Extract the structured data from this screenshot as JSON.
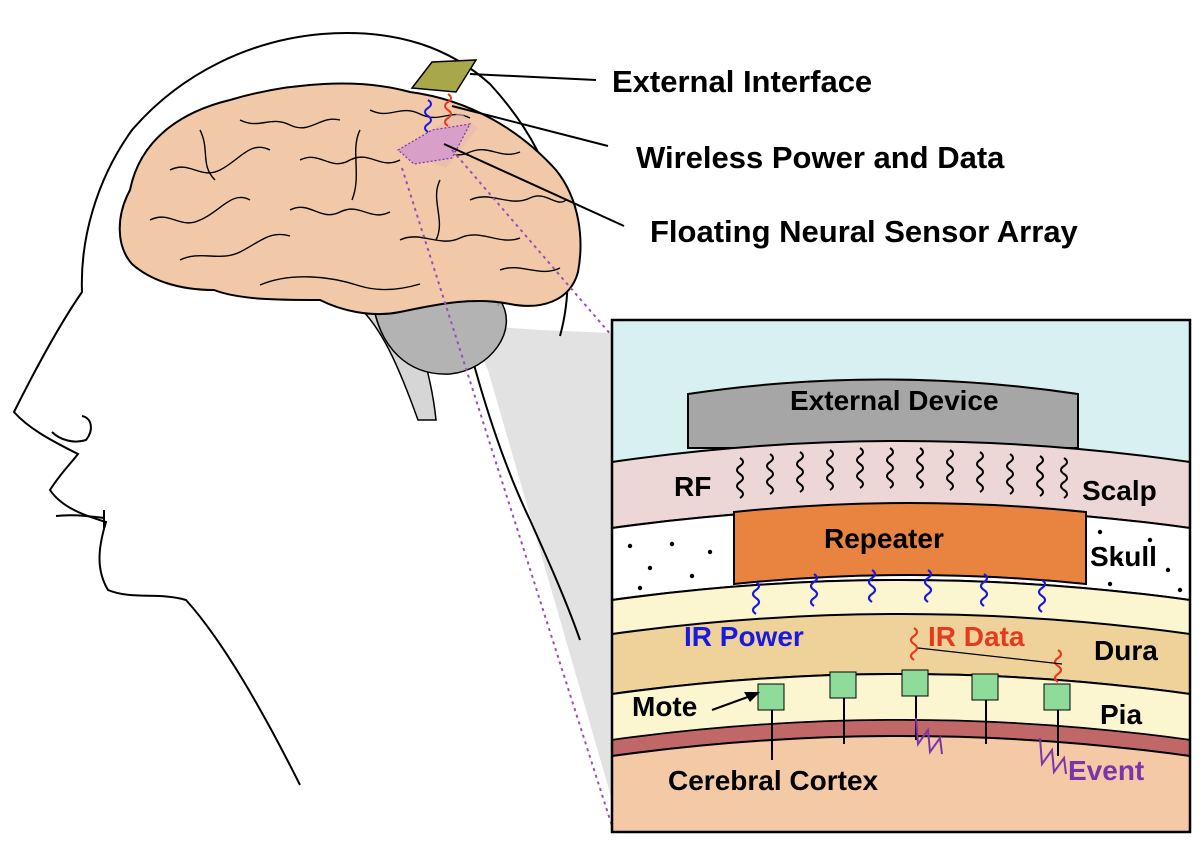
{
  "callouts": {
    "external_interface": "External Interface",
    "wireless_power_data": "Wireless Power and Data",
    "floating_sensor_array": "Floating Neural Sensor Array"
  },
  "inset": {
    "external_device": "External Device",
    "rf": "RF",
    "scalp": "Scalp",
    "repeater": "Repeater",
    "skull": "Skull",
    "ir_power": "IR Power",
    "ir_data": "IR Data",
    "dura": "Dura",
    "mote": "Mote",
    "pia": "Pia",
    "cerebral_cortex": "Cerebral Cortex",
    "event": "Event"
  },
  "colors": {
    "brain": "#f2c9a8",
    "interface_pad": "#a8a84a",
    "sky": "#d9f0f2",
    "device": "#a6a6a6",
    "scalp": "#ecd6d6",
    "repeater": "#e8843f",
    "csf": "#fbf6cf",
    "dura": "#eed29a",
    "mote": "#8fdc9a",
    "pia_line": "#c06868",
    "cortex": "#f3c9a6",
    "ir_power": "#1a1adf",
    "ir_data": "#e53a1e",
    "event": "#7b35a8"
  }
}
